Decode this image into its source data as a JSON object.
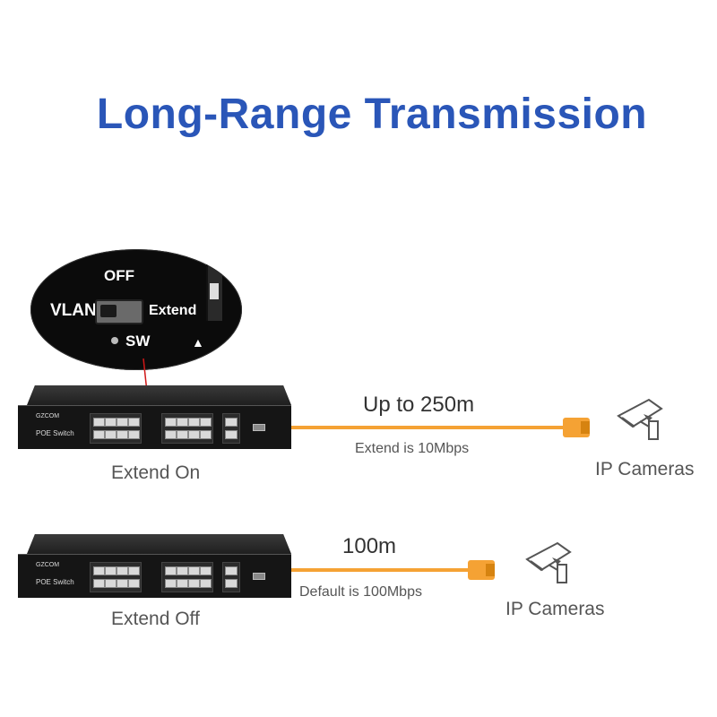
{
  "title": "Long-Range Transmission",
  "zoom_panel": {
    "off_label": "OFF",
    "vlan_label": "VLAN",
    "extend_label": "Extend",
    "sw_label": "SW"
  },
  "switch_top": {
    "brand": "GZCOM",
    "model": "POE Switch",
    "caption": "Extend On",
    "distance": "Up to 250m",
    "speed_note": "Extend is 10Mbps",
    "camera_label": "IP Cameras"
  },
  "switch_bottom": {
    "brand": "GZCOM",
    "model": "POE Switch",
    "caption": "Extend Off",
    "distance": "100m",
    "speed_note": "Default is 100Mbps",
    "camera_label": "IP Cameras"
  },
  "colors": {
    "title": "#2a56b8",
    "cable": "#f5a234",
    "pointer_line": "#d01818",
    "switch_body": "#1f1f1f"
  },
  "icons": [
    "cctv-camera-icon",
    "rj45-connector-icon"
  ]
}
